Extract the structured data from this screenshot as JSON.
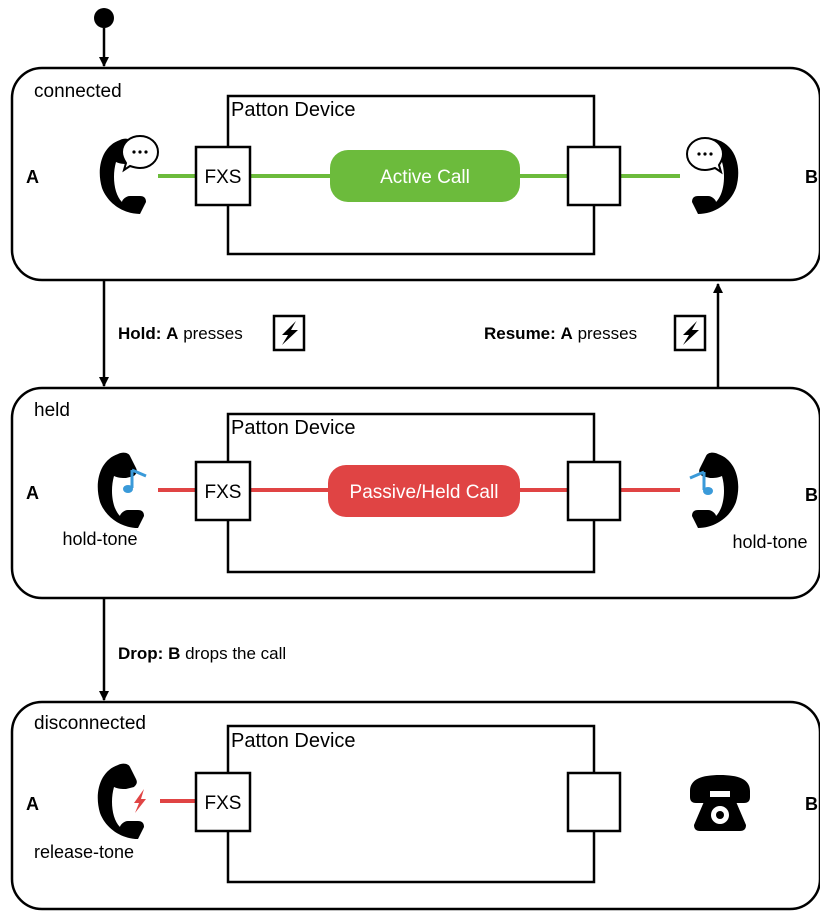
{
  "states": {
    "connected": {
      "label": "connected",
      "device_label": "Patton Device",
      "port_label": "FXS",
      "party_a": "A",
      "party_b": "B",
      "call_label": "Active Call",
      "call_color": "#6cbb3c",
      "line_color": "#6cbb3c"
    },
    "held": {
      "label": "held",
      "device_label": "Patton Device",
      "port_label": "FXS",
      "party_a": "A",
      "party_b": "B",
      "call_label": "Passive/Held Call",
      "call_color": "#e04444",
      "line_color": "#e04444",
      "tone_a": "hold-tone",
      "tone_b": "hold-tone"
    },
    "disconnected": {
      "label": "disconnected",
      "device_label": "Patton Device",
      "port_label": "FXS",
      "party_a": "A",
      "party_b": "B",
      "line_color": "#e04444",
      "tone_a": "release-tone"
    }
  },
  "transitions": {
    "hold": {
      "keyword": "Hold:",
      "actor": "A",
      "action": "presses",
      "icon": "flash-key-icon"
    },
    "resume": {
      "keyword": "Resume:",
      "actor": "A",
      "action": "presses",
      "icon": "flash-key-icon"
    },
    "drop": {
      "keyword": "Drop:",
      "actor": "B",
      "action": "drops the call"
    }
  },
  "colors": {
    "active": "#6cbb3c",
    "held": "#e04444",
    "tone_icon": "#3a9ad9",
    "release_icon": "#e04444"
  },
  "icons": {
    "start": "initial-state-dot",
    "handset": "phone-handset-icon",
    "speech": "speech-bubble-icon",
    "music": "music-note-icon",
    "spark": "lightning-icon",
    "desk_phone": "desk-phone-icon"
  }
}
